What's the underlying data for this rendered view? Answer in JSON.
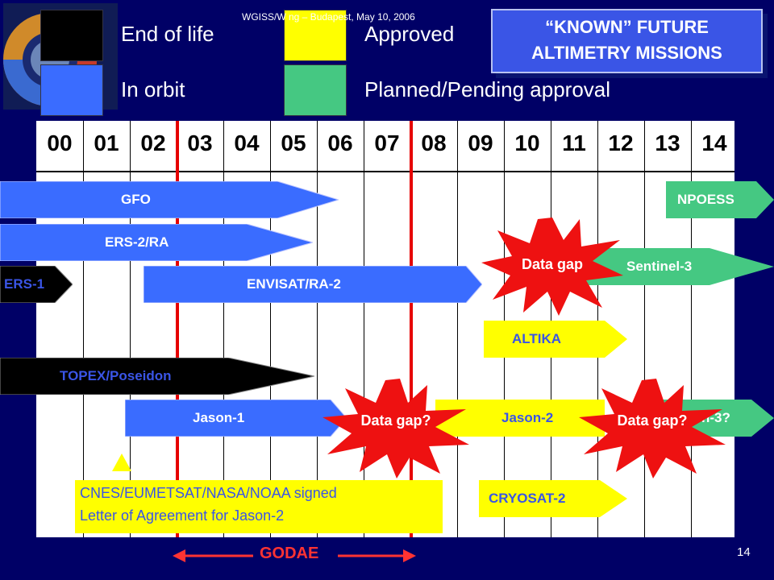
{
  "header": {
    "meeting": "WGISS/W          ng – Budapest, May 10, 2006",
    "title_line1": "“KNOWN” FUTURE",
    "title_line2": "ALTIMETRY MISSIONS"
  },
  "legend": [
    {
      "label": "End of life",
      "color": "#000000"
    },
    {
      "label": "Approved",
      "color": "#ffff00"
    },
    {
      "label": "In orbit",
      "color": "#3a6cff"
    },
    {
      "label": "Planned/Pending approval",
      "color": "#45c882"
    }
  ],
  "years": [
    "00",
    "01",
    "02",
    "03",
    "04",
    "05",
    "06",
    "07",
    "08",
    "09",
    "10",
    "11",
    "12",
    "13",
    "14"
  ],
  "missions": {
    "gfo": {
      "label": "GFO",
      "color": "#3a6cff",
      "text_color": "#ffffff"
    },
    "npoess": {
      "label": "NPOESS",
      "color": "#45c882",
      "text_color": "#ffffff"
    },
    "ers2": {
      "label": "ERS-2/RA",
      "color": "#3a6cff",
      "text_color": "#ffffff"
    },
    "sentinel3": {
      "label": "Sentinel-3",
      "color": "#45c882",
      "text_color": "#ffffff"
    },
    "ers1": {
      "label": "ERS-1",
      "color": "#000000",
      "text_color": "#3a55e6"
    },
    "envisat": {
      "label": "ENVISAT/RA-2",
      "color": "#3a6cff",
      "text_color": "#ffffff"
    },
    "altika": {
      "label": "ALTIKA",
      "color": "#ffff00",
      "text_color": "#3a55e6"
    },
    "topex": {
      "label": "TOPEX/Poseidon",
      "color": "#000000",
      "text_color": "#3a55e6"
    },
    "jason1": {
      "label": "Jason-1",
      "color": "#3a6cff",
      "text_color": "#ffffff"
    },
    "jason2": {
      "label": "Jason-2",
      "color": "#ffff00",
      "text_color": "#3a55e6"
    },
    "jason3": {
      "label": "n-3?",
      "color": "#45c882",
      "text_color": "#ffffff"
    },
    "cryosat2": {
      "label": "CRYOSAT-2",
      "color": "#ffff00",
      "text_color": "#3a55e6"
    }
  },
  "bursts": {
    "gap1": {
      "label": "Data gap"
    },
    "gap2": {
      "label": "Data gap?"
    },
    "gap3": {
      "label": "Data gap?"
    }
  },
  "agreement": {
    "line1": "CNES/EUMETSAT/NASA/NOAA signed",
    "line2": "Letter of Agreement for Jason-2"
  },
  "godae": "GODAE",
  "page_number": "14",
  "colors": {
    "background": "#000066",
    "red_marker": "#e60000",
    "burst": "#ee1111"
  }
}
